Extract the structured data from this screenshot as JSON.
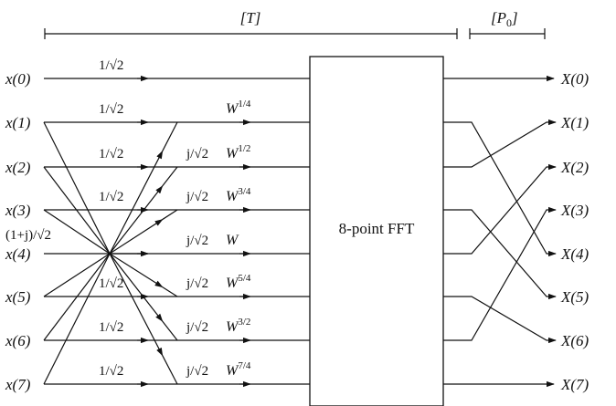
{
  "brackets": {
    "transform_label": "[T]",
    "permutation_label": "[P",
    "permutation_sub": "0",
    "permutation_close": "]"
  },
  "fft_block": {
    "label": "8-point FFT"
  },
  "inputs": [
    "x(0)",
    "x(1)",
    "x(2)",
    "x(3)",
    "x(4)",
    "x(5)",
    "x(6)",
    "x(7)"
  ],
  "outputs": [
    "X(0)",
    "X(1)",
    "X(2)",
    "X(3)",
    "X(4)",
    "X(5)",
    "X(6)",
    "X(7)"
  ],
  "coefficients": {
    "inv_sqrt2": "1/√2",
    "j_inv_sqrt2": "j/√2",
    "one_plus_j": "(1+j)/√2"
  },
  "twiddles": [
    {
      "base": "W",
      "exp": "1/4"
    },
    {
      "base": "W",
      "exp": "1/2"
    },
    {
      "base": "W",
      "exp": "3/4"
    },
    {
      "base": "W",
      "exp": ""
    },
    {
      "base": "W",
      "exp": "5/4"
    },
    {
      "base": "W",
      "exp": "3/2"
    },
    {
      "base": "W",
      "exp": "7/4"
    }
  ],
  "output_permutation": [
    0,
    4,
    1,
    5,
    2,
    6,
    3,
    7
  ]
}
